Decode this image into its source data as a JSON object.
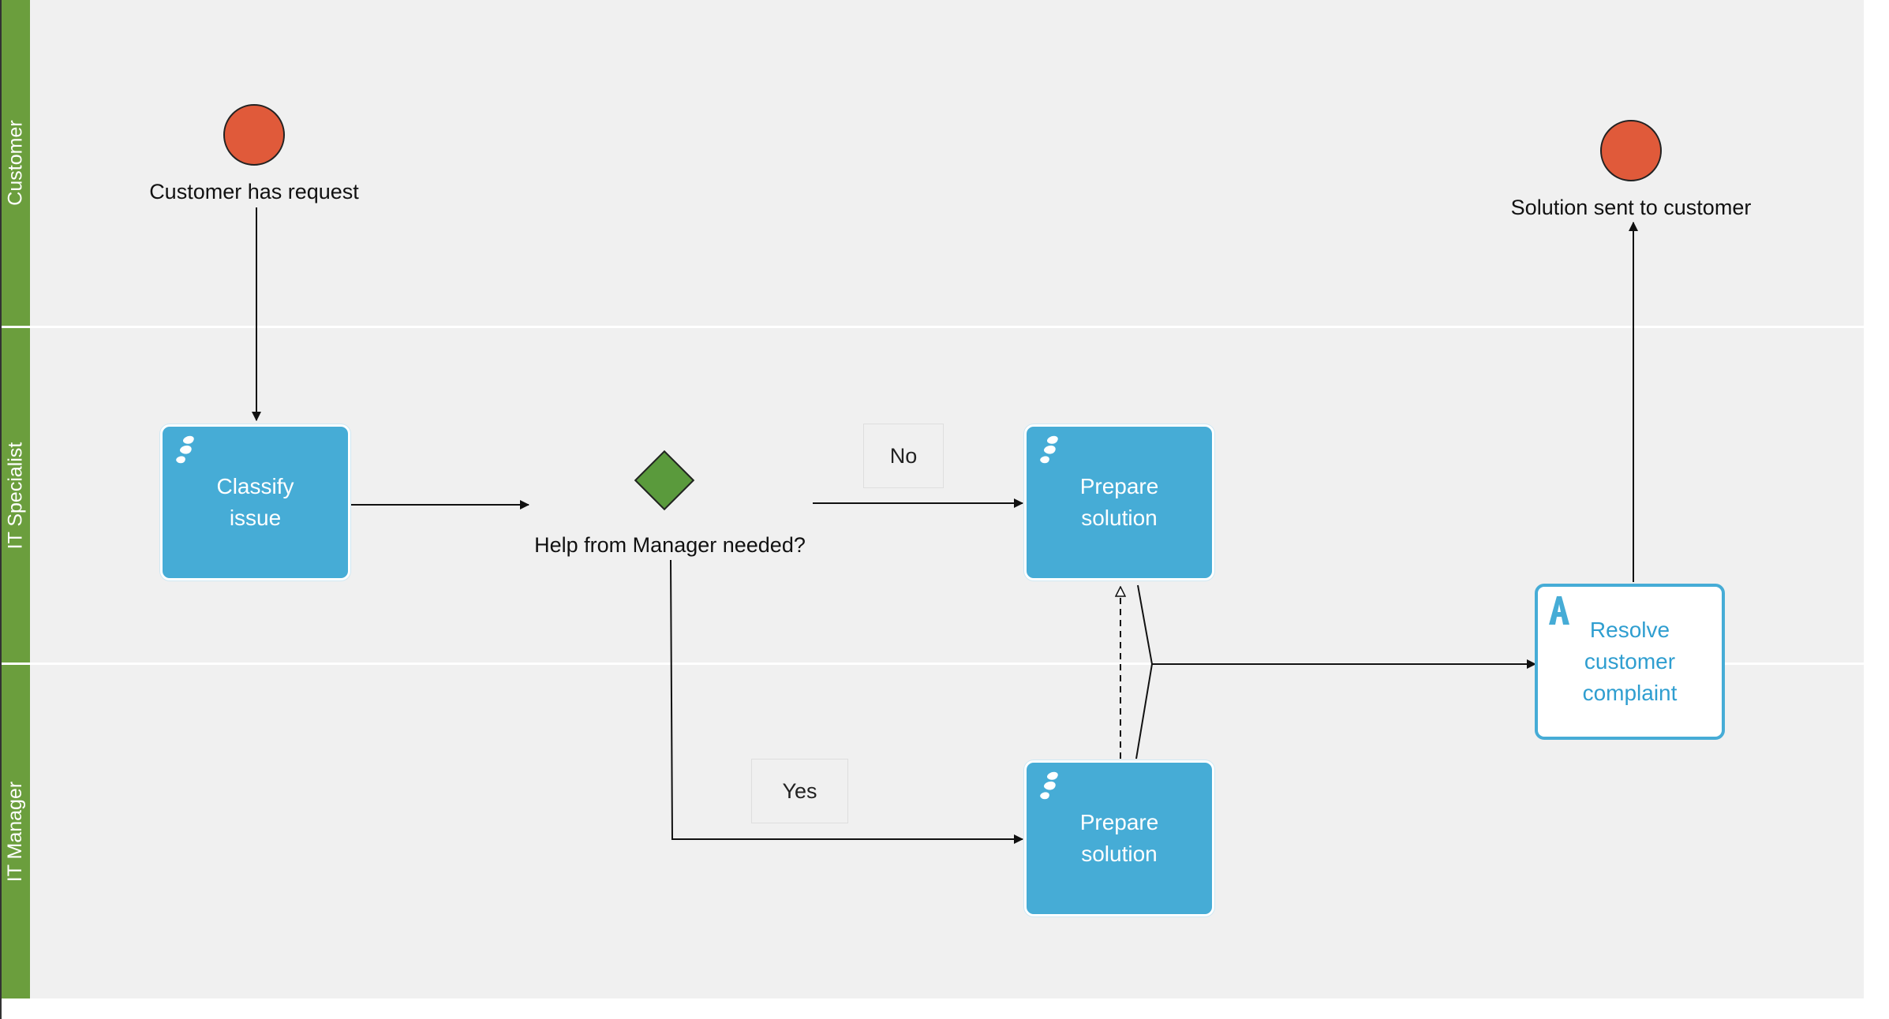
{
  "lanes": [
    {
      "label": "Customer"
    },
    {
      "label": "IT Specialist"
    },
    {
      "label": "IT Manager"
    }
  ],
  "events": {
    "start": {
      "label": "Customer has request"
    },
    "end": {
      "label": "Solution sent to customer"
    }
  },
  "tasks": {
    "classify": {
      "label": "Classify issue",
      "icon": "user-task-icon"
    },
    "prepare_specialist": {
      "label": "Prepare solution",
      "icon": "user-task-icon"
    },
    "prepare_manager": {
      "label": "Prepare solution",
      "icon": "user-task-icon"
    },
    "resolve": {
      "label": "Resolve customer complaint",
      "icon": "road-icon"
    }
  },
  "gateway": {
    "label": "Help from Manager needed?"
  },
  "flow_labels": {
    "no": "No",
    "yes": "Yes"
  },
  "colors": {
    "lane_header": "#6b9e3d",
    "lane_background": "#f0f0f0",
    "task_fill": "#46acd6",
    "event_fill": "#e05a3a",
    "gateway_fill": "#5a9a3c"
  }
}
